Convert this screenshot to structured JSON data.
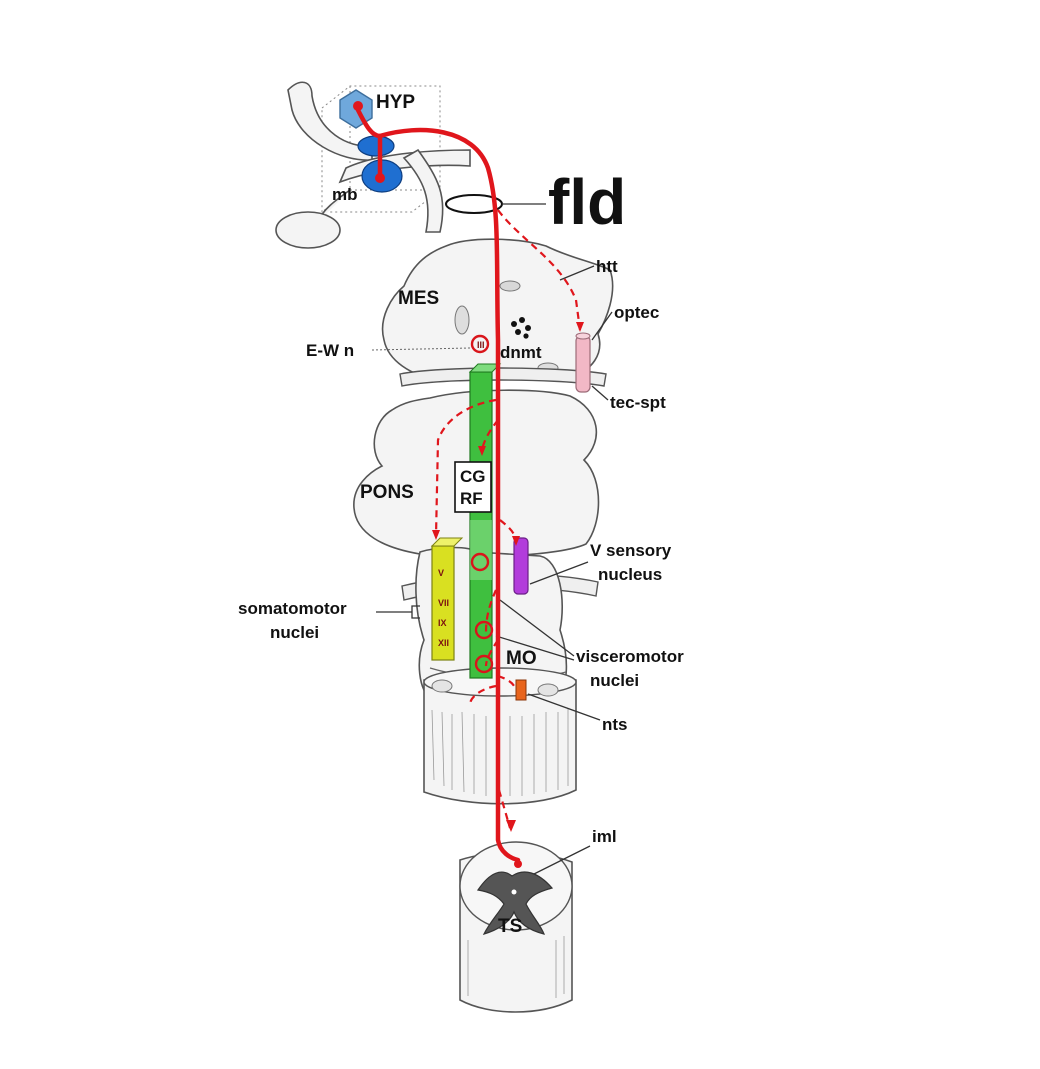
{
  "labels": {
    "hyp": "HYP",
    "mb": "mb",
    "fld": "fld",
    "htt": "htt",
    "mes": "MES",
    "optec": "optec",
    "ewn": "E-W n",
    "dnmt": "dnmt",
    "tec_spt": "tec-spt",
    "pons": "PONS",
    "cg": "CG",
    "rf": "RF",
    "v_sensory_1": "V sensory",
    "v_sensory_2": "nucleus",
    "somatomotor_1": "somatomotor",
    "somatomotor_2": "nuclei",
    "mo": "MO",
    "visceromotor_1": "visceromotor",
    "visceromotor_2": "nuclei",
    "nts": "nts",
    "iml": "iml",
    "ts": "TS"
  },
  "colors": {
    "pathway": "#e0161c",
    "hypothalamus": "#6fa8dc",
    "mammillary_body": "#1f6fd1",
    "central_gray": "#3fbf3f",
    "somatomotor_column": "#d9e021",
    "v_sensory_column": "#b23cdb",
    "tectospinal": "#f2b8c6",
    "nts": "#e8641c",
    "spinal_gray": "#555555"
  }
}
